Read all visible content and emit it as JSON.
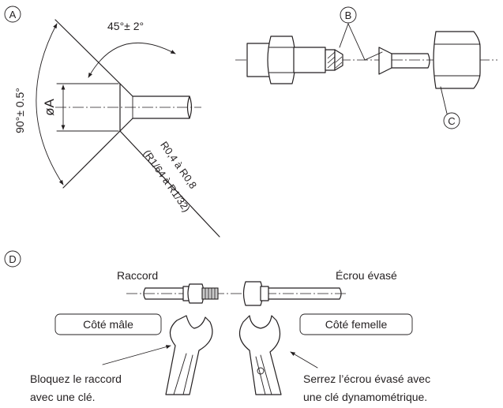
{
  "markers": {
    "a": "A",
    "b": "B",
    "c": "C",
    "d": "D"
  },
  "flare_dimensions": {
    "flare_angle": "45°± 2°",
    "cone_angle": "90°± 0.5°",
    "diameter": "øA",
    "radius_metric": "R0,4 à R0,8",
    "radius_inch": "(R1/64 à R1/32)"
  },
  "connection": {
    "fitting_label": "Raccord",
    "flare_nut_label": "Écrou évasé",
    "male_side_label": "Côté mâle",
    "female_side_label": "Côté femelle",
    "hold_instruction_line1": "Bloquez le raccord",
    "hold_instruction_line2": "avec une clé.",
    "tighten_instruction_line1": "Serrez l’écrou évasé avec",
    "tighten_instruction_line2": "une clé dynamométrique."
  }
}
